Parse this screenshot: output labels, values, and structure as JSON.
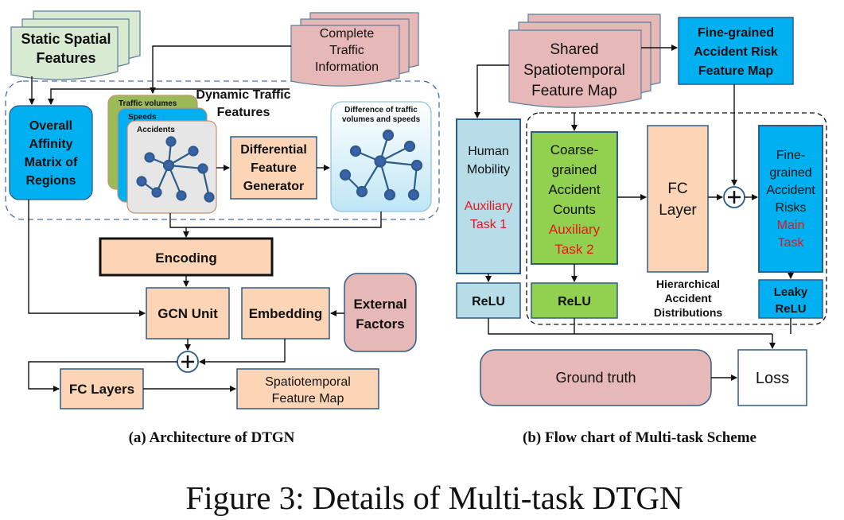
{
  "colors": {
    "green_box": "#d9ead3",
    "pink_box": "#e6b8b7",
    "orange_box": "#fbd5b5",
    "blue_box": "#00b0f0",
    "light_blue_box": "#b7dde8",
    "bright_green_box": "#92d050",
    "auxiliary_text": "#e8141e"
  },
  "panel_a": {
    "static_spatial": [
      "Static Spatial",
      "Features"
    ],
    "complete_traffic": [
      "Complete",
      "Traffic",
      "Information"
    ],
    "dynamic_traffic": [
      "Dynamic  Traffic",
      "Features"
    ],
    "overall_affinity": [
      "Overall",
      "Affinity",
      "Matrix of",
      "Regions"
    ],
    "card_traffic_volumes": "Traffic volumes",
    "card_speeds": "Speeds",
    "card_accidents": "Accidents",
    "differential": [
      "Differential",
      "Feature",
      "Generator"
    ],
    "difference_label": [
      "Difference of traffic",
      "volumes and speeds"
    ],
    "encoding": "Encoding",
    "gcn_unit": "GCN Unit",
    "embedding": "Embedding",
    "external_factors": [
      "External",
      "Factors"
    ],
    "fc_layers": "FC Layers",
    "st_feature_map": [
      "Spatiotemporal",
      "Feature Map"
    ],
    "caption": "(a)  Architecture of DTGN"
  },
  "panel_b": {
    "shared_map": [
      "Shared",
      "Spatiotemporal",
      "Feature Map"
    ],
    "fine_grained_map": [
      "Fine-grained",
      "Accident Risk",
      "Feature Map"
    ],
    "human_mobility": [
      "Human",
      "Mobility"
    ],
    "aux_task_1": [
      "Auxiliary",
      "Task 1"
    ],
    "coarse_grained": [
      "Coarse-",
      "grained",
      "Accident",
      "Counts"
    ],
    "aux_task_2": [
      "Auxiliary",
      "Task 2"
    ],
    "fc_layer": [
      "FC",
      "Layer"
    ],
    "fine_grained_risks": [
      "Fine-",
      "grained",
      "Accident",
      "Risks"
    ],
    "main_task": [
      "Main",
      "Task"
    ],
    "relu_1": "ReLU",
    "relu_2": "ReLU",
    "leaky_relu": [
      "Leaky",
      "ReLU"
    ],
    "hierarchical": [
      "Hierarchical",
      "Accident",
      "Distributions"
    ],
    "ground_truth": "Ground truth",
    "loss": "Loss",
    "caption": "(b) Flow chart of Multi-task Scheme"
  },
  "figure_caption": "Figure 3: Details of Multi-task DTGN"
}
